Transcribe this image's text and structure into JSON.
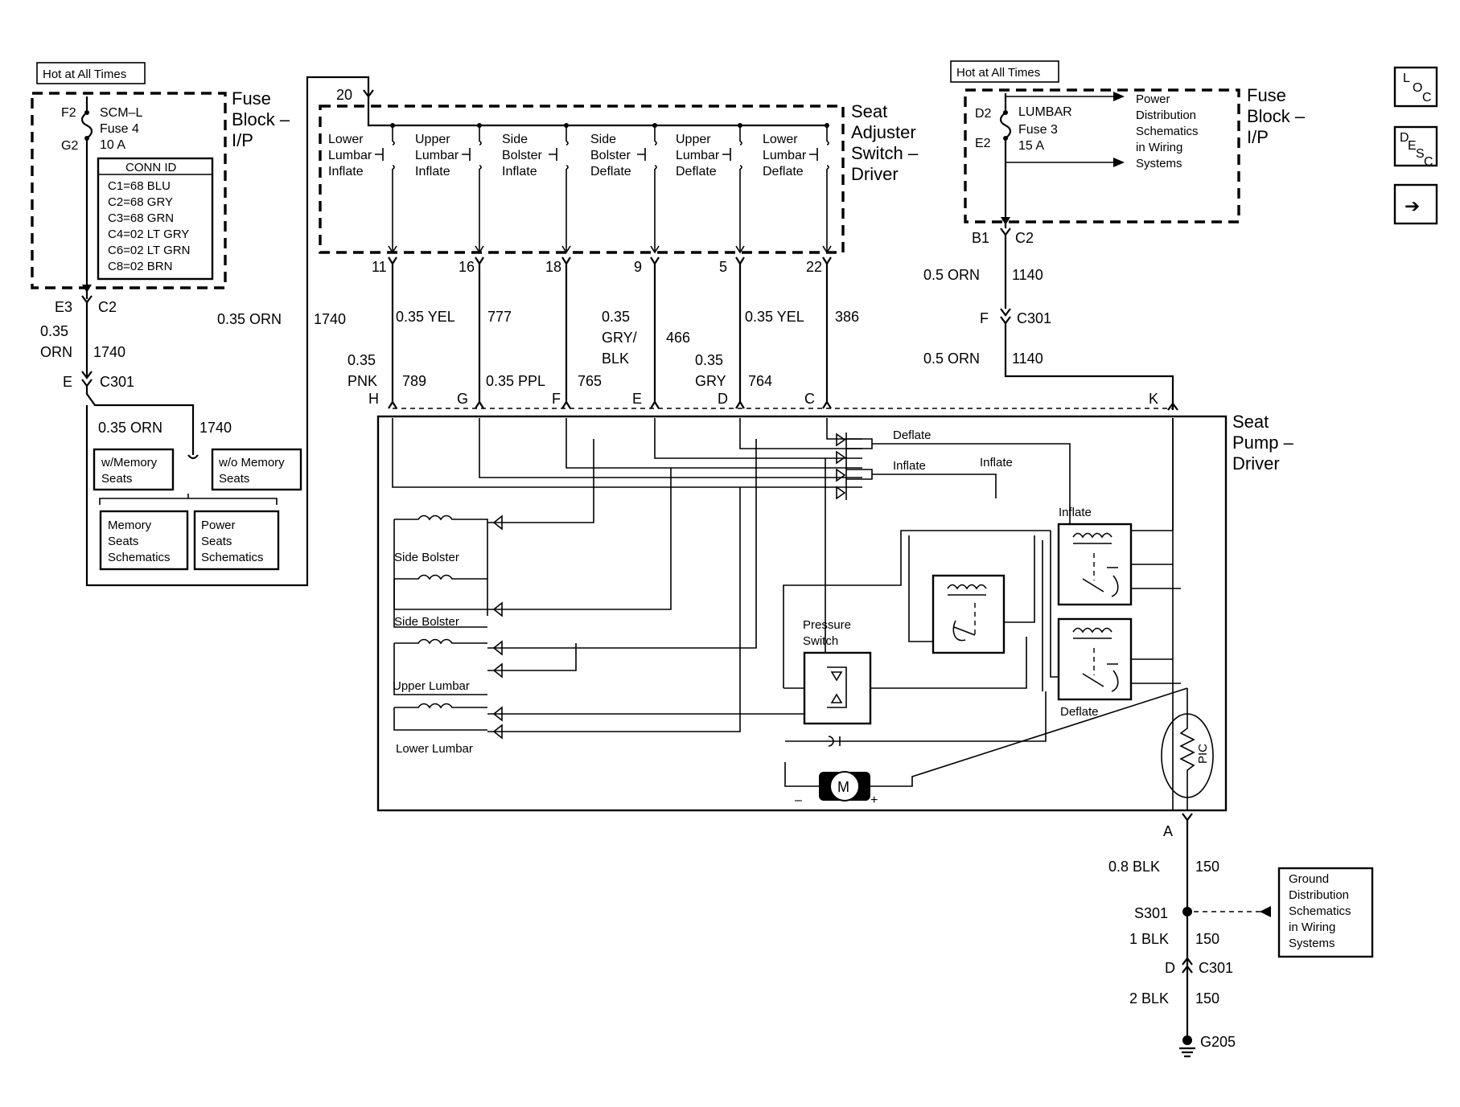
{
  "fuse_block_ip": {
    "hot_label": "Hot at All Times",
    "title_lines": [
      "Fuse",
      "Block –",
      "I/P"
    ],
    "pin_top": "F2",
    "pin_bottom": "G2",
    "fuse_lines": [
      "SCM–L",
      "Fuse 4",
      "10 A"
    ],
    "conn_id_title": "CONN ID",
    "conn_id_rows": [
      "C1=68 BLU",
      "C2=68 GRY",
      "C3=68 GRN",
      "C4=02 LT GRY",
      "C6=02 LT GRN",
      "C8=02 BRN"
    ],
    "out_pin": "E3",
    "out_conn": "C2"
  },
  "left_feed": {
    "wire_gauge_lines": [
      "0.35",
      "ORN"
    ],
    "wire_circuit": "1740",
    "conn_pin": "E",
    "conn_name": "C301",
    "branch_wire": "0.35 ORN",
    "branch_circuit": "1740",
    "riser_wire": "0.35 ORN",
    "riser_circuit": "1740",
    "with_memory": [
      "w/Memory",
      "Seats"
    ],
    "without_memory": [
      "w/o Memory",
      "Seats"
    ],
    "memory_schem": [
      "Memory",
      "Seats",
      "Schematics"
    ],
    "power_schem": [
      "Power",
      "Seats",
      "Schematics"
    ]
  },
  "switch": {
    "input_pin": "20",
    "title_lines": [
      "Seat",
      "Adjuster",
      "Switch –",
      "Driver"
    ],
    "switches": [
      [
        "Lower",
        "Lumbar",
        "Inflate"
      ],
      [
        "Upper",
        "Lumbar",
        "Inflate"
      ],
      [
        "Side",
        "Bolster",
        "Inflate"
      ],
      [
        "Side",
        "Bolster",
        "Deflate"
      ],
      [
        "Upper",
        "Lumbar",
        "Deflate"
      ],
      [
        "Lower",
        "Lumbar",
        "Deflate"
      ]
    ],
    "out_pins": [
      "11",
      "16",
      "18",
      "9",
      "5",
      "22"
    ]
  },
  "wires": {
    "w11_gauge": [
      "0.35",
      "PNK"
    ],
    "w11_circuit": "789",
    "w16_gauge": "0.35 YEL",
    "w16_circuit": "777",
    "w18_gauge": "0.35 PPL",
    "w18_circuit": "765",
    "w9_gauge": [
      "0.35",
      "GRY/",
      "BLK"
    ],
    "w9_circuit": "466",
    "w5_gauge": [
      "0.35",
      "GRY"
    ],
    "w5_circuit": "764",
    "w22_gauge": "0.35 YEL",
    "w22_circuit": "386"
  },
  "pump": {
    "title_lines": [
      "Seat",
      "Pump –",
      "Driver"
    ],
    "pins": [
      "H",
      "G",
      "F",
      "E",
      "D",
      "C",
      "K"
    ],
    "deflate_label": "Deflate",
    "inflate_label_1": "Inflate",
    "inflate_label_2": "Inflate",
    "relay_inflate_label": "Inflate",
    "relay_deflate_label": "Deflate",
    "bladders": [
      "Side Bolster",
      "Side Bolster",
      "Upper Lumbar",
      "Lower Lumbar"
    ],
    "pressure_switch": [
      "Pressure",
      "Switch"
    ],
    "motor": "M",
    "motor_minus": "–",
    "motor_plus": "+",
    "pic": "PIC",
    "ground_pin": "A"
  },
  "fuse_block_right": {
    "hot_label": "Hot at All Times",
    "title_lines": [
      "Fuse",
      "Block –",
      "I/P"
    ],
    "pin_top": "D2",
    "pin_bottom": "E2",
    "fuse_lines": [
      "LUMBAR",
      "Fuse 3",
      "15 A"
    ],
    "power_dist": [
      "Power",
      "Distribution",
      "Schematics",
      "in Wiring",
      "Systems"
    ],
    "out_pin": "B1",
    "out_conn": "C2",
    "wire_gauge": "0.5 ORN",
    "wire_circuit": "1140",
    "conn_pin": "F",
    "conn_name": "C301",
    "wire2_gauge": "0.5 ORN",
    "wire2_circuit": "1140"
  },
  "ground": {
    "wire1_gauge": "0.8 BLK",
    "wire1_circuit": "150",
    "splice": "S301",
    "wire2_gauge": "1 BLK",
    "wire2_circuit": "150",
    "conn_pin": "D",
    "conn_name": "C301",
    "wire3_gauge": "2 BLK",
    "wire3_circuit": "150",
    "ground_name": "G205",
    "ground_dist": [
      "Ground",
      "Distribution",
      "Schematics",
      "in Wiring",
      "Systems"
    ]
  },
  "nav": {
    "loc": [
      "L",
      "O",
      "C"
    ],
    "desc": [
      "D",
      "E",
      "S",
      "C"
    ],
    "arrow": "➔"
  }
}
